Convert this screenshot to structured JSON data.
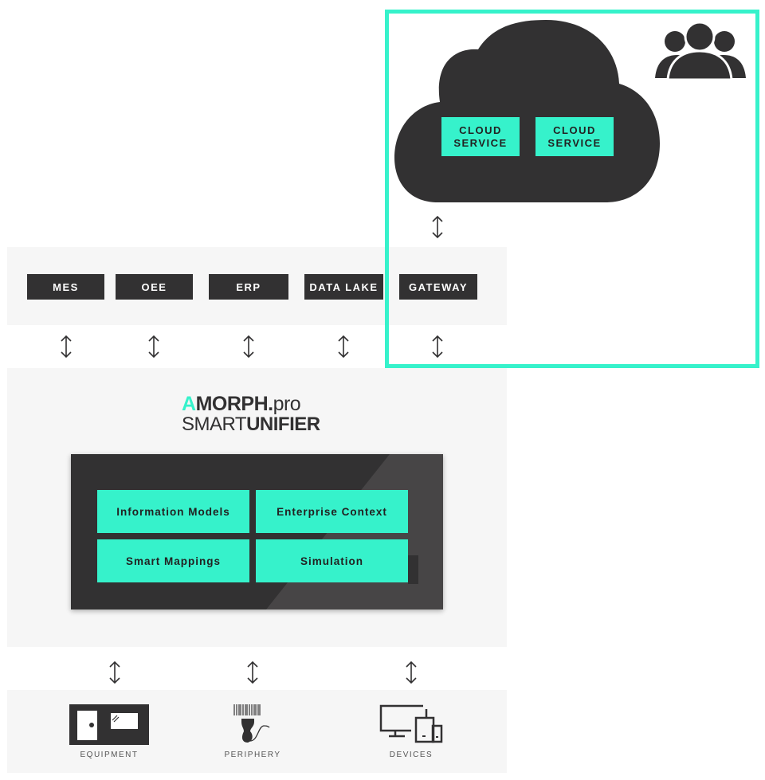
{
  "cloud": {
    "services": [
      "CLOUD SERVICE",
      "CLOUD SERVICE"
    ]
  },
  "systems": [
    "MES",
    "OEE",
    "ERP",
    "DATA LAKE",
    "GATEWAY"
  ],
  "logo": {
    "brand": "MORPH.",
    "brand_suffix": "pro",
    "product_light": "SMART",
    "product_bold": "UNIFIER"
  },
  "modules": [
    "Information Models",
    "Enterprise Context",
    "Smart Mappings",
    "Simulation"
  ],
  "sources": [
    "EQUIPMENT",
    "PERIPHERY",
    "DEVICES"
  ],
  "colors": {
    "accent": "#36f2cb",
    "dark": "#323132",
    "band": "#f6f6f6"
  }
}
